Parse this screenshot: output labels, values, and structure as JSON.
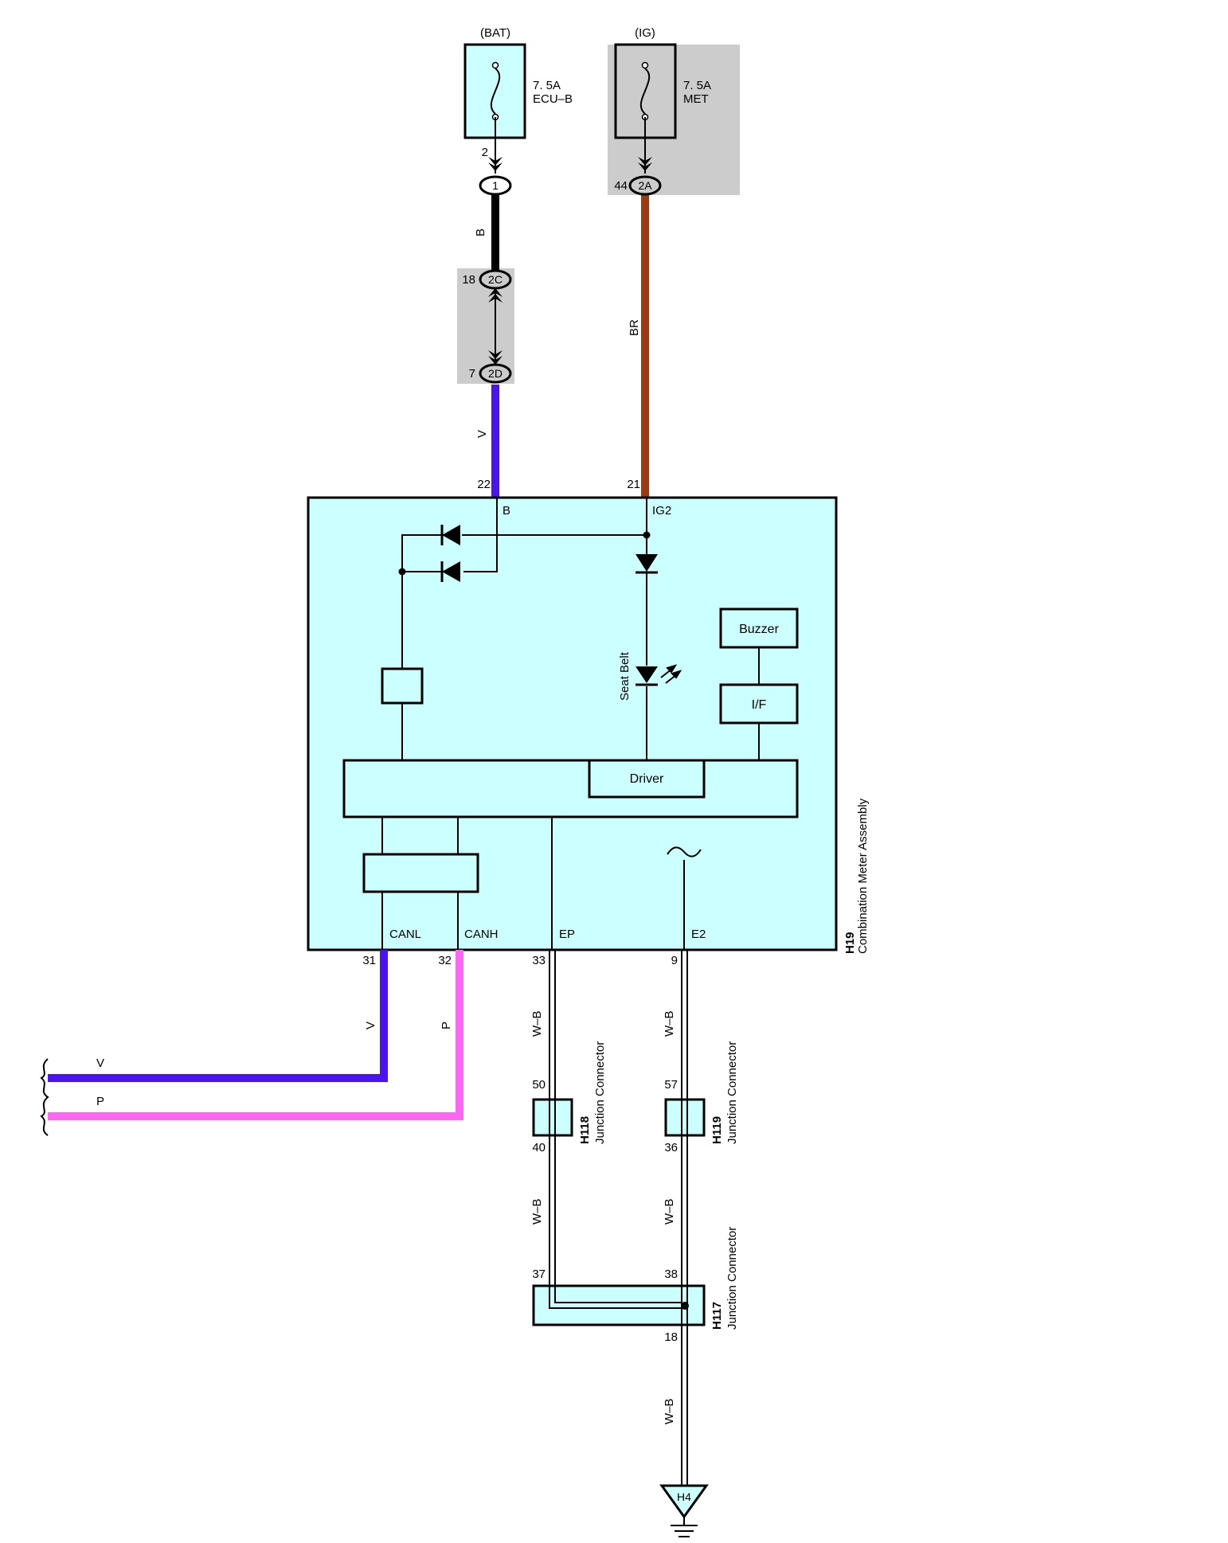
{
  "fuses": {
    "bat": {
      "supply": "(BAT)",
      "rating": "7. 5A",
      "name": "ECU–B",
      "pin": "2"
    },
    "ig": {
      "supply": "(IG)",
      "rating": "7. 5A",
      "name": "MET",
      "pin": "44"
    }
  },
  "connectors": {
    "c1": {
      "id": "1"
    },
    "c2a": {
      "id": "2A"
    },
    "c2c": {
      "id": "2C",
      "pin": "18"
    },
    "c2d": {
      "id": "2D",
      "pin": "7"
    }
  },
  "wires": {
    "b": "B",
    "br": "BR",
    "v_top": "V",
    "v_can": "V",
    "p_can": "P",
    "v_bus": "V",
    "p_bus": "P",
    "wb1": "W–B",
    "wb2": "W–B",
    "wb3": "W–B",
    "wb4": "W–B",
    "wb5": "W–B"
  },
  "colors": {
    "wire_black": "#000000",
    "wire_brown": "#9c3a12",
    "wire_violet": "#4a14f0",
    "wire_pink": "#ff66f2",
    "component_fill": "#ccffff",
    "highlight_gray": "#cccccc"
  },
  "meter": {
    "code": "H19",
    "name": "Combination Meter Assembly",
    "pins": {
      "b": {
        "num": "22",
        "name": "B"
      },
      "ig2": {
        "num": "21",
        "name": "IG2"
      },
      "canl": {
        "num": "31",
        "name": "CANL"
      },
      "canh": {
        "num": "32",
        "name": "CANH"
      },
      "ep": {
        "num": "33",
        "name": "EP"
      },
      "e2": {
        "num": "9",
        "name": "E2"
      }
    },
    "seat_belt": "Seat Belt",
    "buzzer": "Buzzer",
    "interface": "I/F",
    "driver": "Driver"
  },
  "junctions": {
    "h118": {
      "code": "H118",
      "name": "Junction Connector",
      "pin_in": "50",
      "pin_out": "40"
    },
    "h119": {
      "code": "H119",
      "name": "Junction Connector",
      "pin_in": "57",
      "pin_out": "36"
    },
    "h117": {
      "code": "H117",
      "name": "Junction Connector",
      "pin_a": "37",
      "pin_b": "38",
      "pin_out": "18"
    }
  },
  "ground": {
    "code": "H4"
  }
}
